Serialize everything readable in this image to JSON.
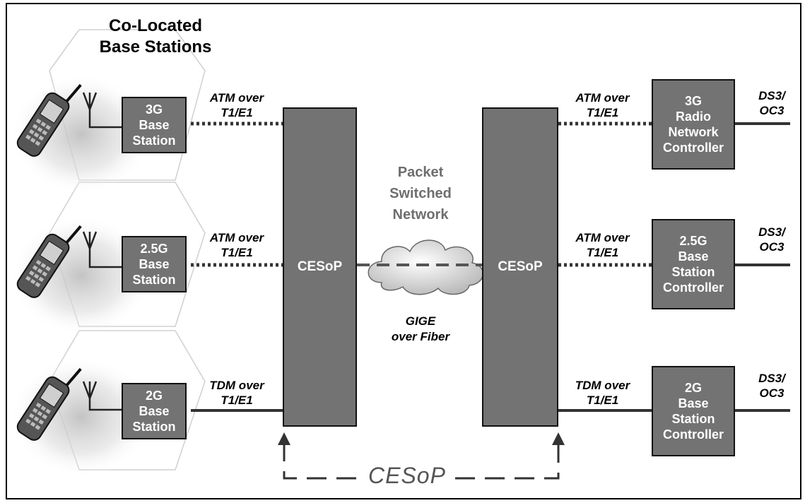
{
  "title": "Co-Located\nBase Stations",
  "network_label": "Packet\nSwitched\nNetwork",
  "gige_label": "GIGE\nover Fiber",
  "cesop_box_label": "CESoP",
  "cesop_bottom_label": "CESoP",
  "rows": [
    {
      "base_station": "3G\nBase\nStation",
      "link_left": "ATM over\nT1/E1",
      "link_right": "ATM over\nT1/E1",
      "controller": "3G\nRadio\nNetwork\nController",
      "uplink": "DS3/\nOC3",
      "link_style": "dotted"
    },
    {
      "base_station": "2.5G\nBase\nStation",
      "link_left": "ATM over\nT1/E1",
      "link_right": "ATM over\nT1/E1",
      "controller": "2.5G\nBase\nStation\nController",
      "uplink": "DS3/\nOC3",
      "link_style": "dotted"
    },
    {
      "base_station": "2G\nBase\nStation",
      "link_left": "TDM over\nT1/E1",
      "link_right": "TDM over\nT1/E1",
      "controller": "2G\nBase\nStation\nController",
      "uplink": "DS3/\nOC3",
      "link_style": "solid"
    }
  ],
  "icons": {
    "phone": "mobile-phone-icon",
    "antenna": "antenna-icon",
    "cloud": "cloud-icon"
  },
  "colors": {
    "box_fill": "#737373",
    "line": "#3a3a3a",
    "network_text": "#6e6e6e"
  }
}
